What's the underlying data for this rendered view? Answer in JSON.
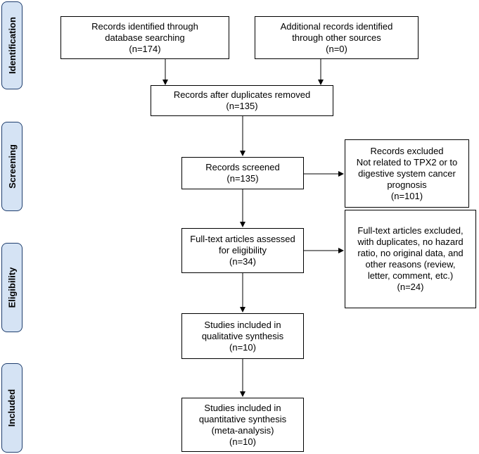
{
  "phases": {
    "identification": "Identification",
    "screening": "Screening",
    "eligibility": "Eligibility",
    "included": "Included"
  },
  "boxes": {
    "db_search": [
      "Records identified through",
      "database searching",
      "(n=174)"
    ],
    "other_sources": [
      "Additional records identified",
      "through other sources",
      "(n=0)"
    ],
    "after_duplicates": [
      "Records after duplicates removed",
      "(n=135)"
    ],
    "screened": [
      "Records screened",
      "(n=135)"
    ],
    "excluded": [
      "Records excluded",
      "Not related to TPX2 or to",
      "digestive system cancer",
      "prognosis",
      "(n=101)"
    ],
    "fulltext_assessed": [
      "Full-text articles assessed",
      "for eligibility",
      "(n=34)"
    ],
    "fulltext_excluded": [
      "Full-text articles excluded,",
      "with duplicates, no hazard",
      "ratio, no original data, and",
      "other reasons (review,",
      "letter, comment, etc.)",
      "(n=24)"
    ],
    "qualitative": [
      "Studies included in",
      "qualitative synthesis",
      "(n=10)"
    ],
    "quantitative": [
      "Studies included in",
      "quantitative synthesis",
      "(meta-analysis)",
      "(n=10)"
    ]
  }
}
